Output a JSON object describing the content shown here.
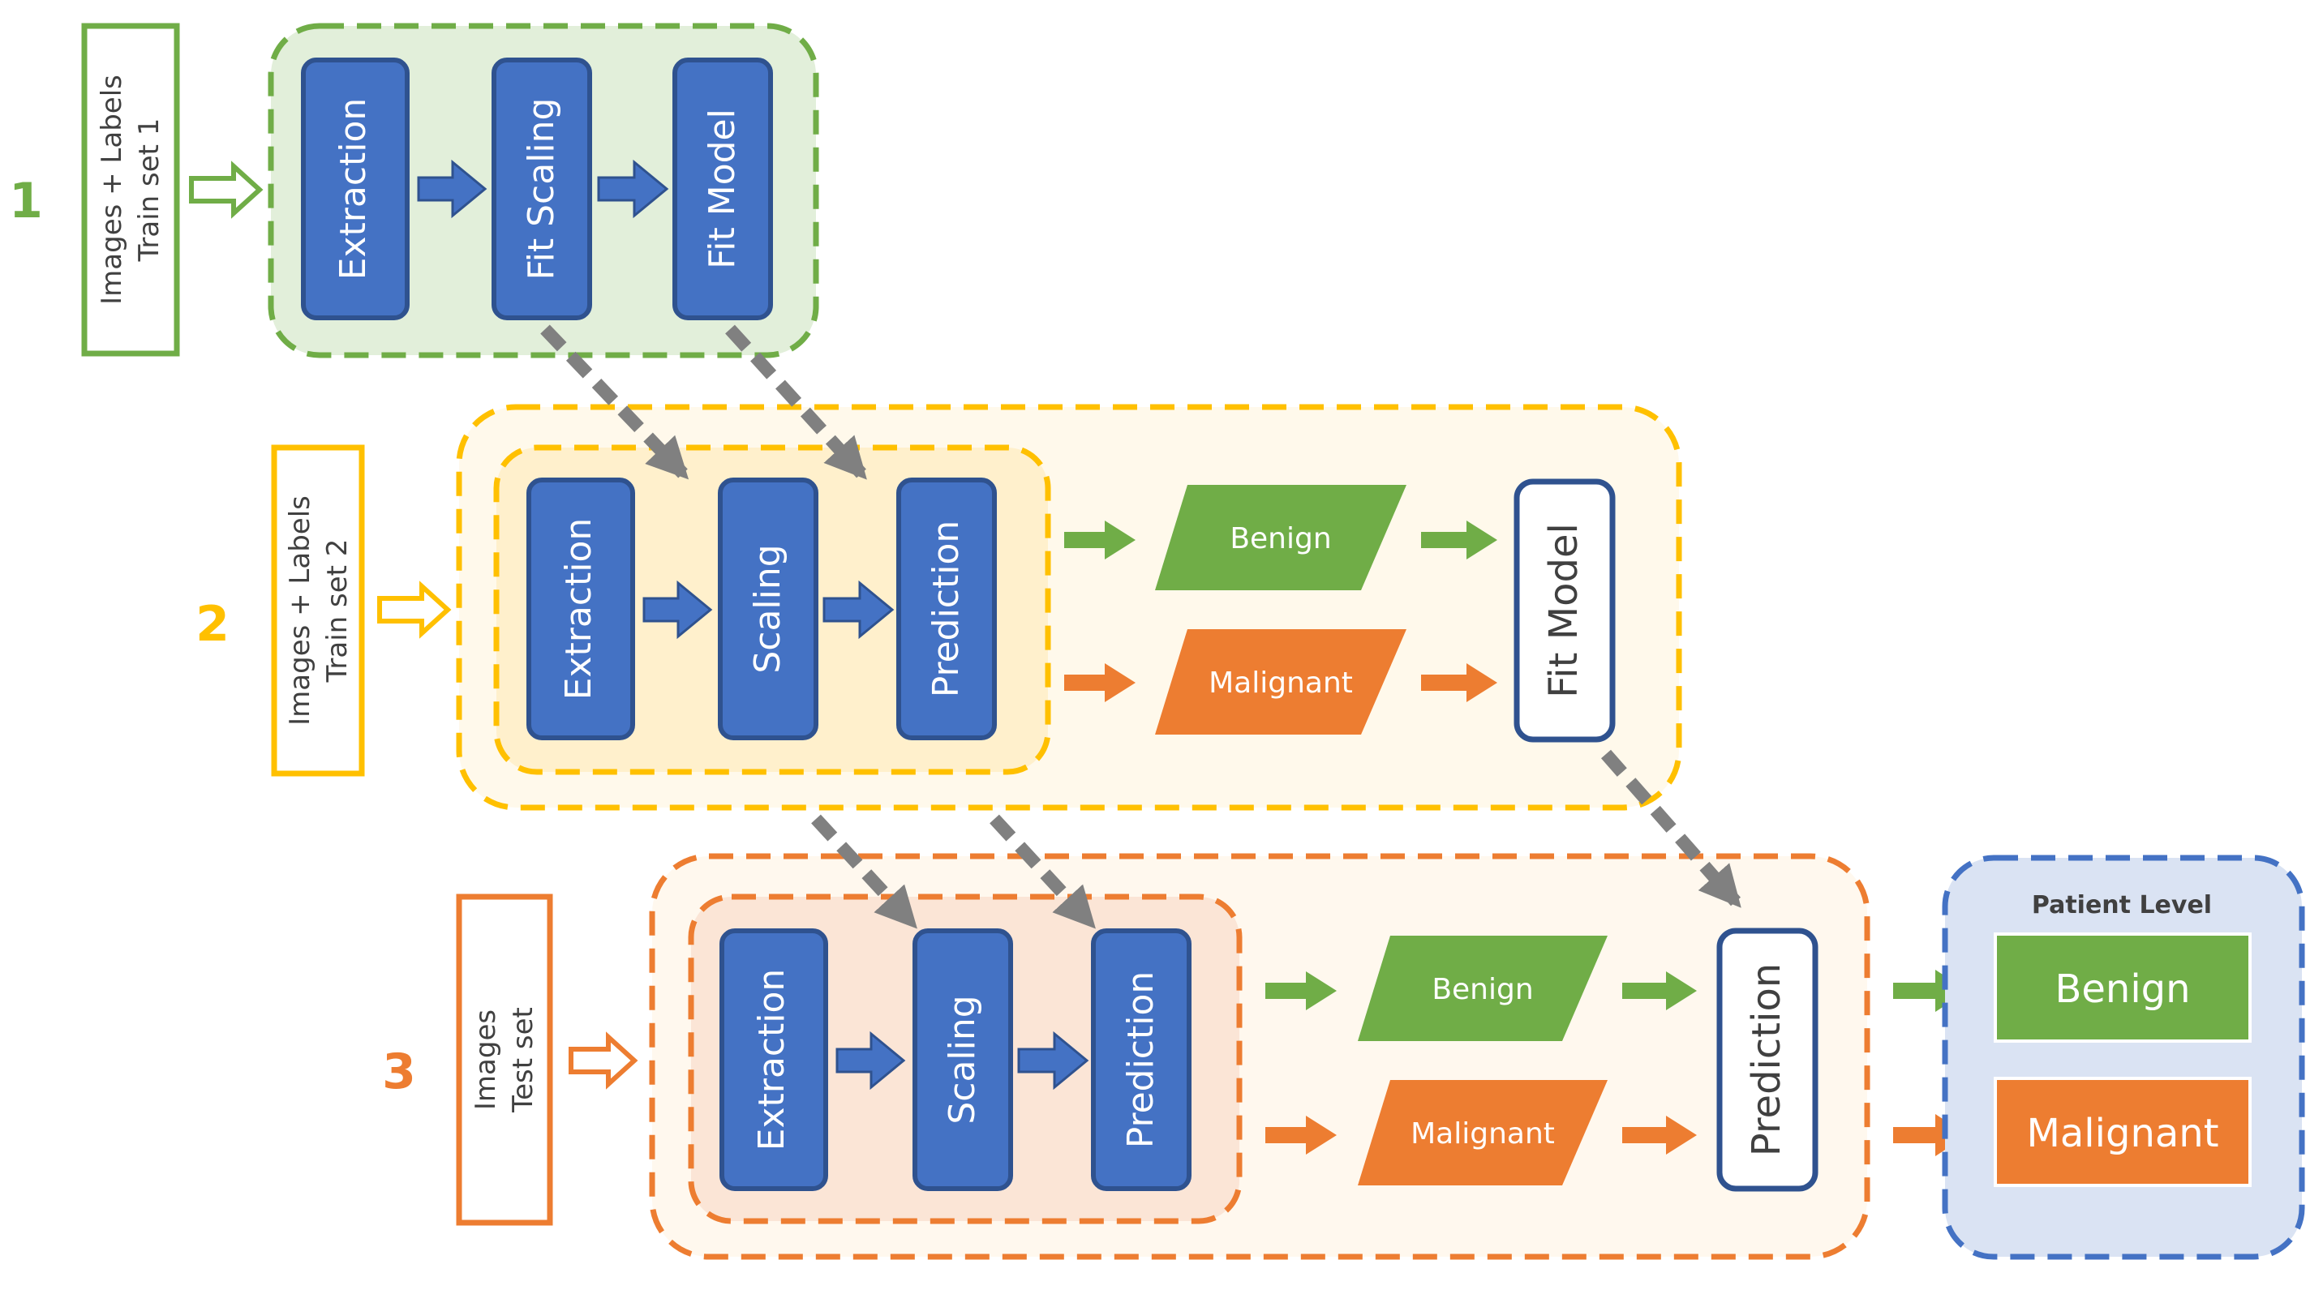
{
  "colors": {
    "green": "#70ad47",
    "yellow": "#ffc000",
    "orange": "#ed7d31",
    "blue": "#4472c4",
    "blue_dark": "#2f528f",
    "gray_arrow": "#808080",
    "green_fill": "#e2efda",
    "yellow_outer_fill": "#fff9eb",
    "yellow_inner_fill": "#fff0cc",
    "orange_outer_fill": "#fff8ee",
    "orange_inner_fill": "#fbe5d6",
    "patient_fill": "#dae3f3"
  },
  "stage1": {
    "number": "1",
    "input_line1": "Images + Labels",
    "input_line2": "Train set 1",
    "steps": [
      "Extraction",
      "Fit Scaling",
      "Fit Model"
    ]
  },
  "stage2": {
    "number": "2",
    "input_line1": "Images + Labels",
    "input_line2": "Train set 2",
    "steps": [
      "Extraction",
      "Scaling",
      "Prediction"
    ],
    "benign": "Benign",
    "malignant": "Malignant",
    "final": "Fit Model"
  },
  "stage3": {
    "number": "3",
    "input_line1": "Images",
    "input_line2": "Test set",
    "steps": [
      "Extraction",
      "Scaling",
      "Prediction"
    ],
    "benign": "Benign",
    "malignant": "Malignant",
    "final": "Prediction"
  },
  "patient": {
    "title": "Patient Level",
    "benign": "Benign",
    "malignant": "Malignant"
  }
}
